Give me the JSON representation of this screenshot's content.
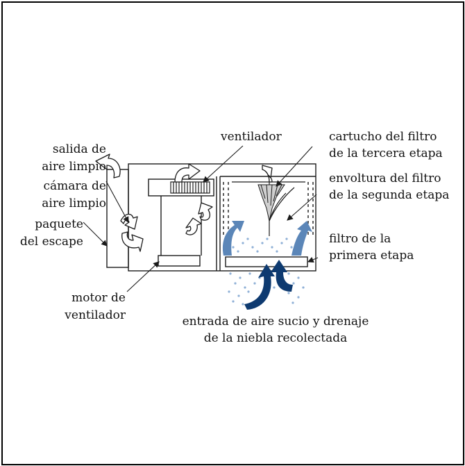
{
  "diagram": {
    "labels": {
      "clean_air_outlet": [
        "salida de",
        "aire limpio"
      ],
      "clean_air_chamber": [
        "cámara de",
        "aire limpio"
      ],
      "exhaust_pack": [
        "paquete",
        "del escape"
      ],
      "fan": [
        "ventilador"
      ],
      "fan_motor": [
        "motor de",
        "ventilador"
      ],
      "third_stage_cartridge": [
        "cartucho del filtro",
        "de la tercera etapa"
      ],
      "second_stage_wrap": [
        "envoltura del filtro",
        "de la segunda etapa"
      ],
      "first_stage_filter": [
        "filtro de la",
        "primera etapa"
      ],
      "dirty_air_inlet": [
        "entrada de aire sucio y drenaje",
        "de la niebla recolectada"
      ]
    },
    "colors": {
      "outline": "#1a1a1a",
      "flow_arrow_blue": "#5b86b8",
      "flow_arrow_dark": "#0e3a70",
      "mist_drop": "#8fb0d6",
      "white_arrow": "#ffffff"
    }
  }
}
